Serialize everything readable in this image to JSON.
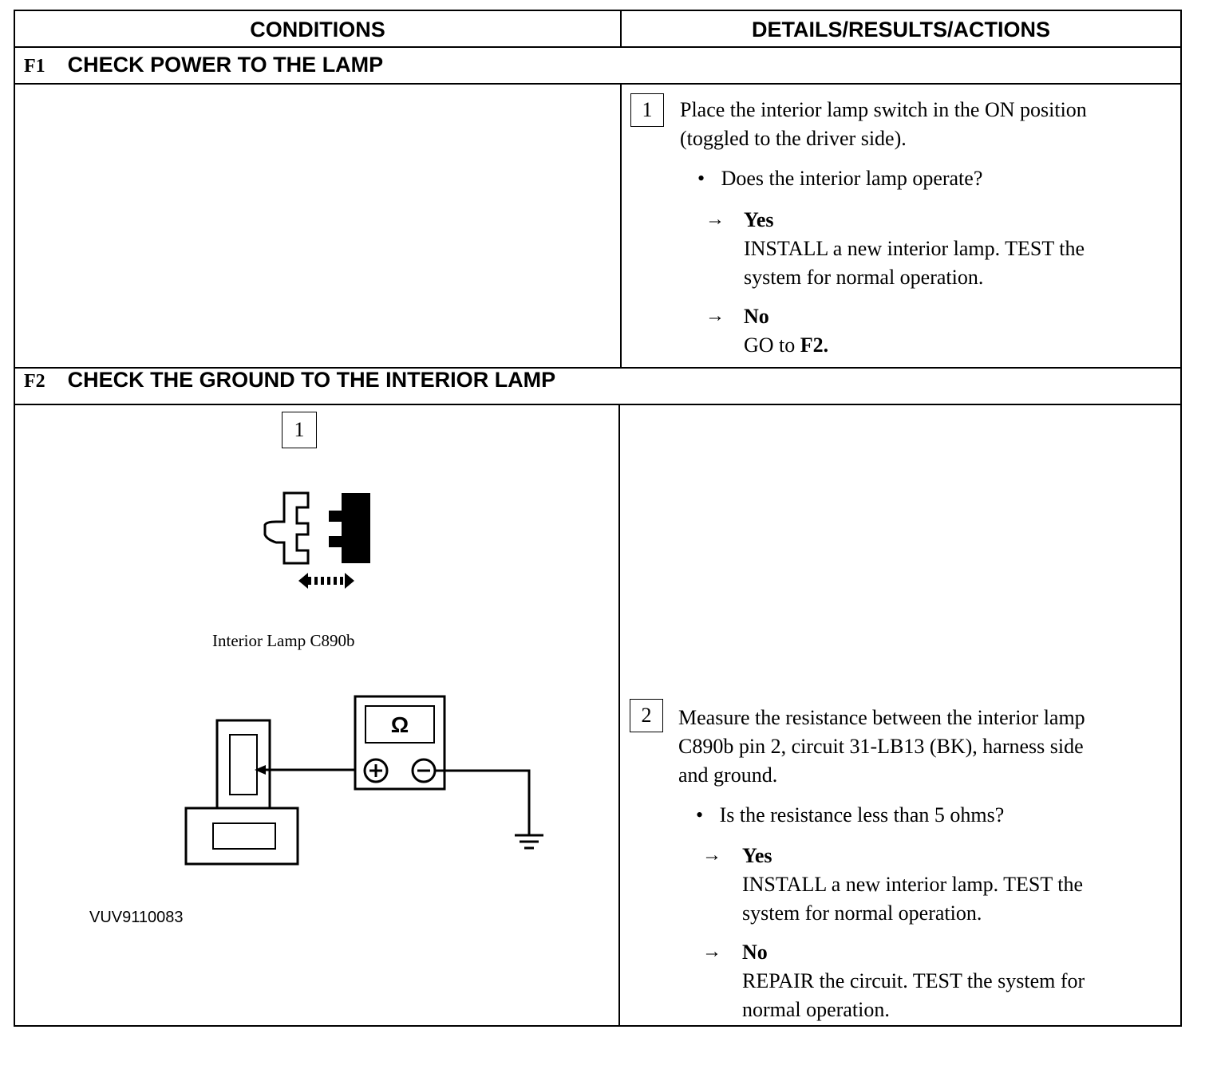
{
  "table": {
    "col_conditions": "CONDITIONS",
    "col_details": "DETAILS/RESULTS/ACTIONS"
  },
  "f1": {
    "id": "F1",
    "title": "CHECK POWER TO THE LAMP",
    "step_number": "1",
    "step_text_line1": "Place the interior lamp switch in the ON position",
    "step_text_line2": "(toggled to the driver side).",
    "question": "Does the interior lamp operate?",
    "yes_label": "Yes",
    "yes_line1": "INSTALL a new interior lamp. TEST the",
    "yes_line2": "system for normal operation.",
    "no_label": "No",
    "no_prefix": "GO to ",
    "no_target": "F2."
  },
  "f2": {
    "id": "F2",
    "title": "CHECK THE GROUND TO THE INTERIOR LAMP",
    "figure_step_number": "1",
    "connector_caption": "Interior Lamp C890b",
    "meter_symbol": "Ω",
    "figure_code": "VUV9110083",
    "step_number": "2",
    "step_text_line1": "Measure the resistance between the interior lamp",
    "step_text_line2": "C890b pin 2, circuit 31-LB13 (BK), harness side",
    "step_text_line3": "and ground.",
    "question": "Is the resistance less than 5 ohms?",
    "yes_label": "Yes",
    "yes_line1": "INSTALL a new interior lamp. TEST the",
    "yes_line2": "system for normal operation.",
    "no_label": "No",
    "no_line1": "REPAIR the circuit. TEST the system for",
    "no_line2": "normal operation."
  },
  "icons": {
    "bullet": "•",
    "arrow": "→"
  }
}
